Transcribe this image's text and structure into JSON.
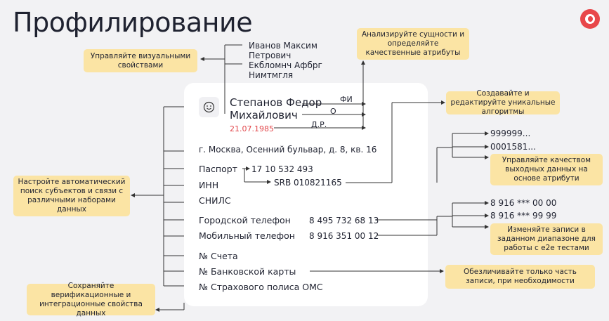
{
  "title": "Профилирование",
  "names": {
    "alt1_line1": "Иванов Максим",
    "alt1_line2": "Петрович",
    "alt2_line1": "Екбломнч Афбрг",
    "alt2_line2": "Нимтмгля"
  },
  "card": {
    "name_line1": "Степанов Федор",
    "name_line2": "Михайлович",
    "birthdate": "21.07.1985",
    "address": "г. Москва, Осенний бульвар, д. 8, кв. 16",
    "passport_label": "Паспорт",
    "passport_value": "17 10 532 493",
    "passport_alt": "SRB 010821165",
    "inn_label": "ИНН",
    "snils_label": "СНИЛС",
    "city_phone_label": "Городской телефон",
    "city_phone_value": "8 495 732 68 13",
    "mobile_phone_label": "Мобильный телефон",
    "mobile_phone_value": "8 916 351 00 12",
    "account_label": "№ Счета",
    "bank_card_label": "№ Банковской карты",
    "insurance_label": "№ Страхового полиса ОМС"
  },
  "tags": {
    "fi": "ФИ",
    "o": "О",
    "dr": "Д.Р."
  },
  "generated": {
    "num1": "999999...",
    "num2": "0001581...",
    "phone1": "8 916 *** 00 00",
    "phone2": "8 916 *** 99 99"
  },
  "notes": {
    "visual": "Управляйте визуальными свойствами",
    "entities": "Анализируйте сущности и определяйте качественные атрибуты",
    "algorithms": "Создавайте и редактируйте уникальные алгоритмы",
    "quality": "Управляйте качеством выходных данных на основе атрибути",
    "autosearch": "Настройте автоматический поиск субъектов и связи с различными наборами данных",
    "range": "Изменяйте записи в заданном диапазоне для работы с e2e тестами",
    "anonymize": "Обезличивайте только часть записи, при необходимости",
    "preserve": "Сохраняйте верификационные и интеграционные свойства данных"
  },
  "colors": {
    "note_bg": "#fbe4a4",
    "accent_red": "#e2474b",
    "logo": "#e8474a",
    "card_bg": "#ffffff",
    "page_bg": "#f2f2f4"
  }
}
